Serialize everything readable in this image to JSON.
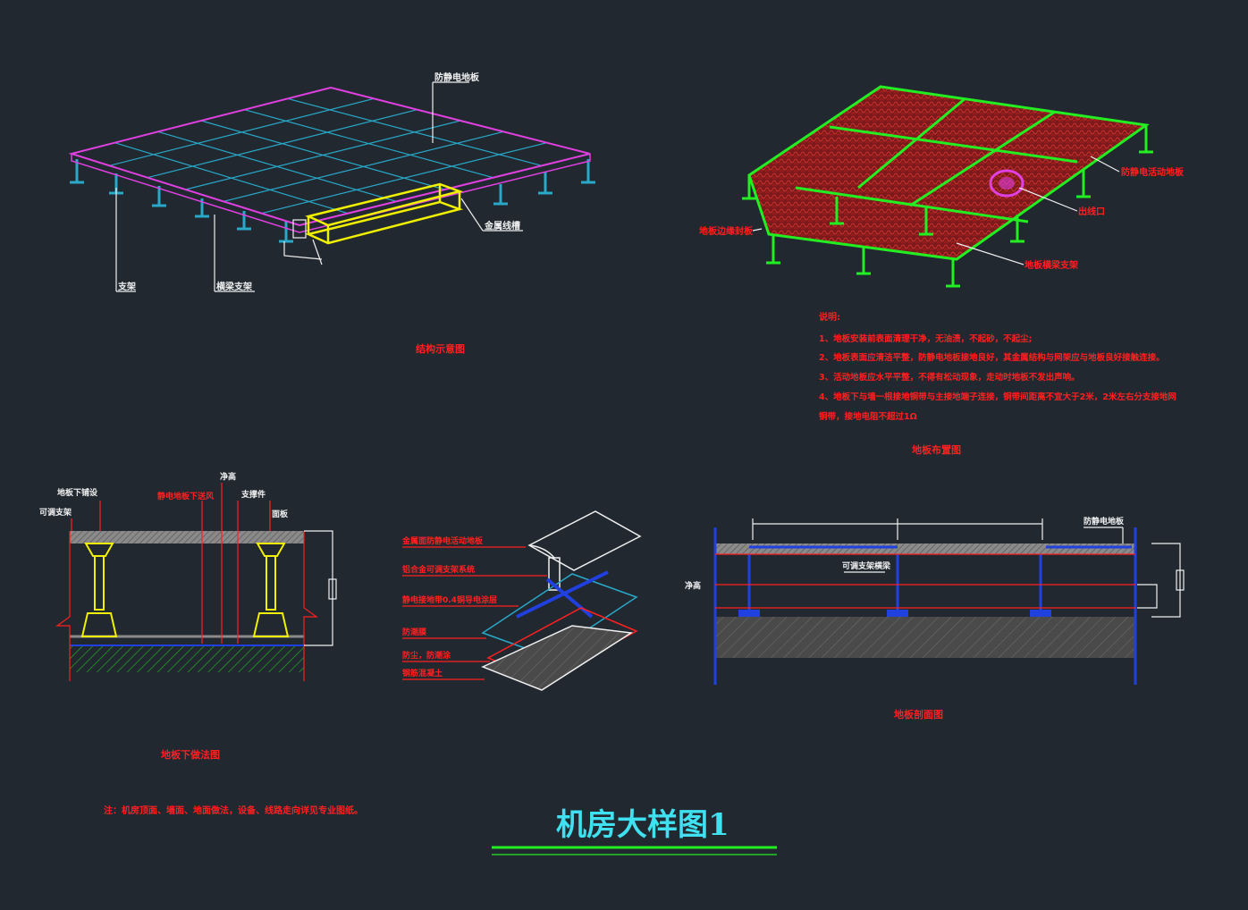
{
  "drawing": {
    "title": "机房大样图1",
    "colors": {
      "background": "#212830",
      "magenta": "#e040e0",
      "cyan": "#29a8c8",
      "yellow": "#f0f000",
      "green": "#22ee22",
      "red": "#ff2020",
      "white": "#f0f0f0",
      "blue": "#2040e0",
      "title": "#3fe0f0"
    }
  },
  "views": {
    "structure": {
      "caption": "结构示意图",
      "labels": {
        "anti_static": "防静电地板",
        "metal_trough": "金属线槽",
        "support": "支架",
        "beam": "横梁支架"
      }
    },
    "laying": {
      "caption": "地板布置图",
      "labels": {
        "panel": "防静电活动地板",
        "cable_hole": "出线口",
        "edge": "地板边缘封板",
        "stringer": "地板横梁支架"
      }
    },
    "notes": {
      "heading": "说明:",
      "items": [
        "1、地板安装前表面清理干净，无油渍，不起砂，不起尘;",
        "2、地板表面应清洁平整，防静电地板接地良好，其金属结构与网架应与地板良好接触连接。",
        "3、活动地板应水平平整，不得有松动现象，走动时地板不发出声响。",
        "4、地板下与墙一根接地铜带与主接地端子连接，铜带间距离不宜大于2米，2米左右分支接地网",
        "铜带，接地电阻不超过1Ω"
      ]
    },
    "section": {
      "caption": "地板下做法图",
      "labels": {
        "lower_edge": "地板下铺设",
        "clamp": "可调支架",
        "air_slot": "静电地板下送风",
        "height": "净高",
        "slot": "支撑件",
        "panel_top": "面板"
      }
    },
    "exploded": {
      "labels": [
        "金属面防静电活动地板",
        "铝合金可调支架系统",
        "静电接地带0.4铜导电涂层",
        "防潮膜",
        "防尘，防潮涂",
        "钢筋混凝土"
      ]
    },
    "side": {
      "caption": "地板剖面图",
      "labels": {
        "wall_panel": "防静电地板",
        "beam": "可调支架横梁",
        "height": "净高"
      }
    }
  },
  "footnote": "注：机房顶面、墙面、地面做法，设备、线路走向详见专业图纸。"
}
